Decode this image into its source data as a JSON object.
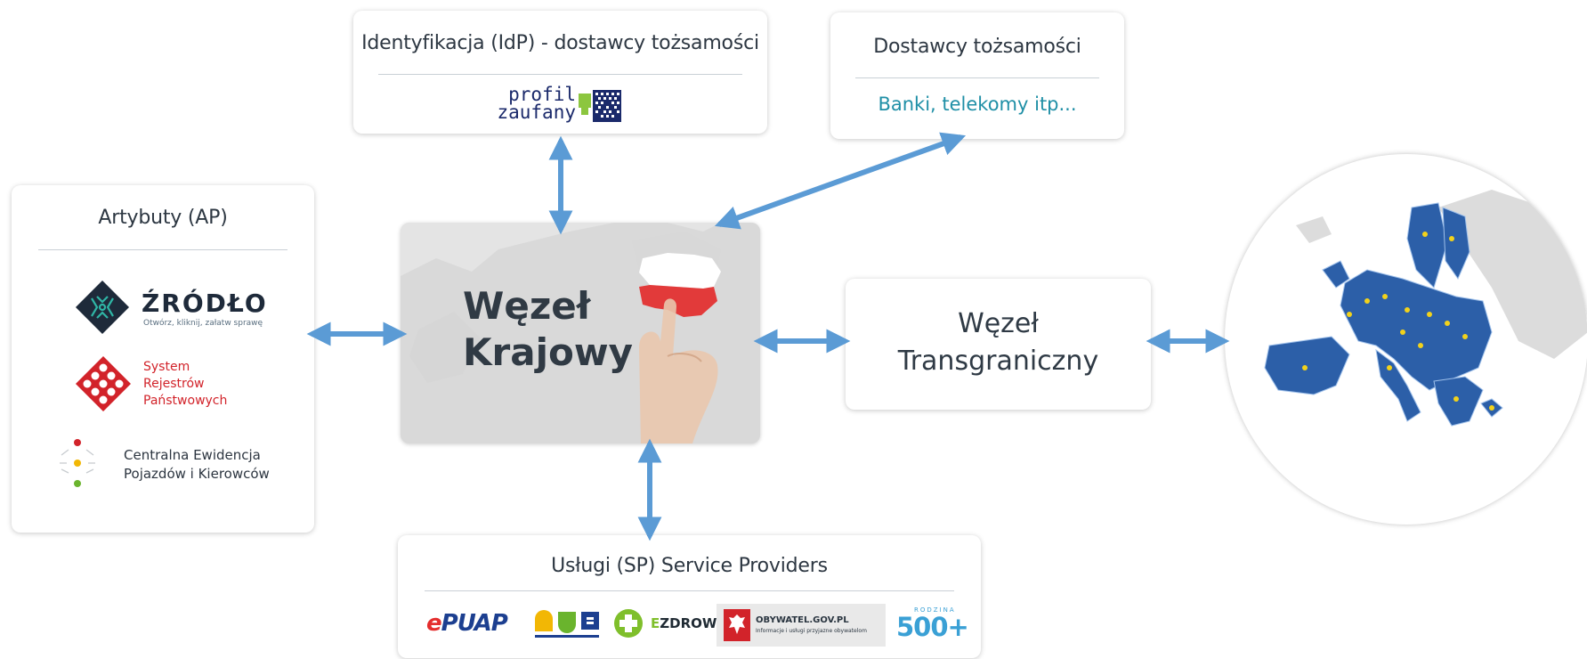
{
  "idp": {
    "title": "Identyfikacja (IdP) - dostawcy tożsamości",
    "logo_line1": "profil",
    "logo_line2": "zaufany"
  },
  "identity_providers": {
    "title": "Dostawcy tożsamości",
    "value": "Banki, telekomy itp..."
  },
  "attributes": {
    "title": "Artybuty (AP)",
    "zrodlo_name": "ŹRÓDŁO",
    "zrodlo_tagline": "Otwórz, kliknij, załatw sprawę",
    "srp_lines": [
      "System",
      "Rejestrów",
      "Państwowych"
    ],
    "cep_lines": [
      "Centralna Ewidencja",
      "Pojazdów i Kierowców"
    ]
  },
  "national_node": {
    "lines": [
      "Węzeł",
      "Krajowy"
    ]
  },
  "crossborder_node": {
    "lines": [
      "Węzeł",
      "Transgraniczny"
    ]
  },
  "services": {
    "title": "Usługi (SP) Service Providers",
    "epuap_e": "e",
    "epuap_rest": "PUAP",
    "ezdrowie_e": "E",
    "ezdrowie_rest": "ZDROWIE",
    "obywatel_title": "OBYWATEL.GOV.PL",
    "obywatel_sub": "Informacje i usługi przyjazne obywatelom",
    "rodzina_small": "RODZINA",
    "rodzina_big": "500+"
  },
  "colors": {
    "arrow": "#5b9bd5",
    "teal_link": "#1f8fa6",
    "eu_blue": "#2c5fa8",
    "poland_red": "#e23a3a"
  }
}
